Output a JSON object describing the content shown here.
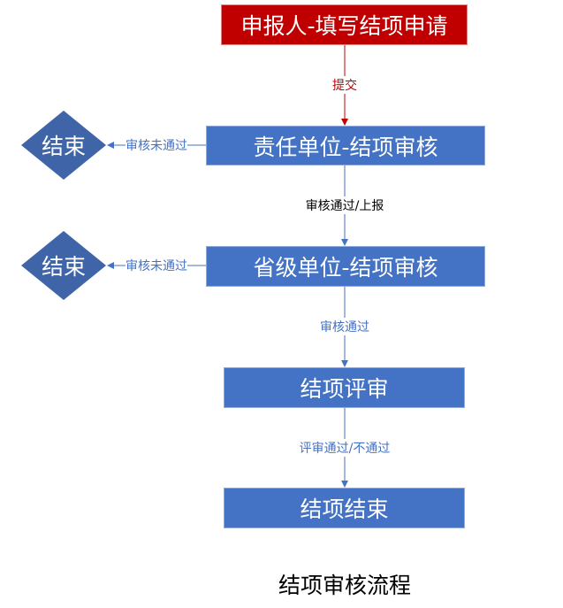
{
  "nodes": {
    "start": "申报人-填写结项申请",
    "unit_review": "责任单位-结项审核",
    "province_review": "省级单位-结项审核",
    "expert_review": "结项评审",
    "finish": "结项结束",
    "end1": "结束",
    "end2": "结束"
  },
  "edges": {
    "submit": "提交",
    "unit_pass": "审核通过/上报",
    "unit_fail": "审核未通过",
    "province_fail": "审核未通过",
    "province_pass": "审核通过",
    "review_result": "评审通过/不通过"
  },
  "title": "结项审核流程",
  "colors": {
    "red": "#c00000",
    "blue": "#4472c4",
    "diamond": "#3f64a8"
  }
}
